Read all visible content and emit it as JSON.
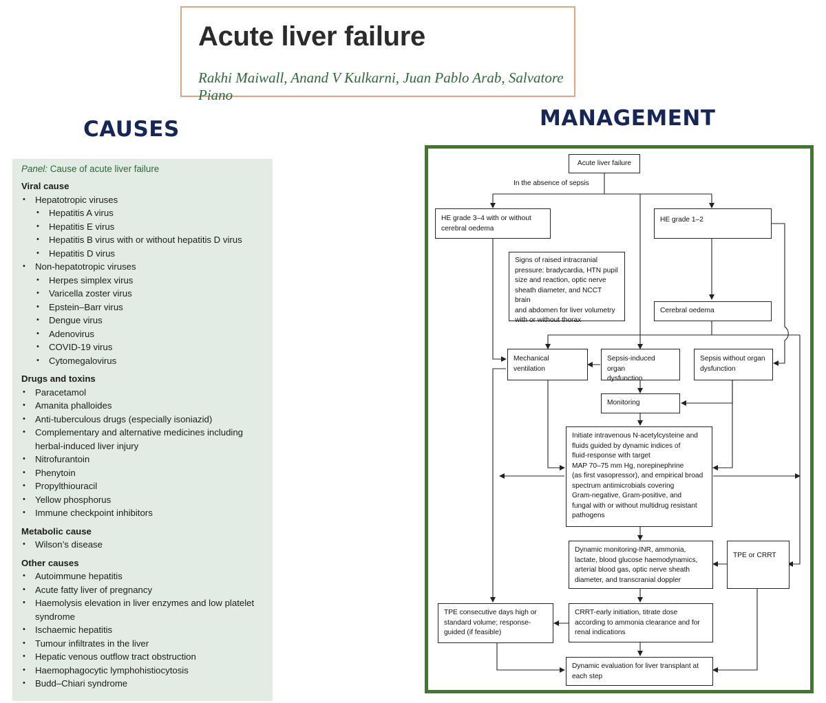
{
  "header": {
    "title": "Acute liver failure",
    "authors": "Rakhi Maiwall, Anand V Kulkarni, Juan Pablo Arab, Salvatore Piano"
  },
  "sections": {
    "causes": "CAUSES",
    "management": "MANAGEMENT"
  },
  "panel": {
    "label_prefix": "Panel:",
    "label_rest": " Cause of acute liver failure",
    "groups": {
      "viral": {
        "heading": "Viral cause",
        "hepatotropic": "Hepatotropic viruses",
        "hepatotropic_items": [
          "Hepatitis A virus",
          "Hepatitis E virus",
          "Hepatitis B virus with or without hepatitis D virus",
          "Hepatitis D virus"
        ],
        "non_hepatotropic": "Non-hepatotropic viruses",
        "non_hepatotropic_items": [
          "Herpes simplex virus",
          "Varicella zoster virus",
          "Epstein–Barr virus",
          "Dengue virus",
          "Adenovirus",
          "COVID-19 virus",
          "Cytomegalovirus"
        ]
      },
      "drugs": {
        "heading": "Drugs and toxins",
        "items": [
          "Paracetamol",
          "Amanita phalloides",
          "Anti-tuberculous drugs (especially isoniazid)",
          "Complementary and alternative medicines including herbal-induced liver injury",
          "Nitrofurantoin",
          "Phenytoin",
          "Propylthiouracil",
          "Yellow phosphorus",
          "Immune checkpoint inhibitors"
        ]
      },
      "metabolic": {
        "heading": "Metabolic cause",
        "items": [
          "Wilson’s disease"
        ]
      },
      "other": {
        "heading": "Other causes",
        "items": [
          "Autoimmune hepatitis",
          "Acute fatty liver of pregnancy",
          "Haemolysis elevation in liver enzymes and low platelet syndrome",
          "Ischaemic hepatitis",
          "Tumour infiltrates in the liver",
          "Hepatic venous outflow tract obstruction",
          "Haemophagocytic lymphohistiocytosis",
          "Budd–Chiari syndrome"
        ]
      }
    }
  },
  "flowchart": {
    "nodes": {
      "alf": "Acute liver failure",
      "he34": "HE grade 3–4 with or without\ncerebral oedema",
      "he12": "HE grade 1–2",
      "icp": "Signs of raised intracranial\npressure: bradycardia, HTN pupil\nsize and reaction, optic nerve\nsheath diameter, and NCCT brain\n and abdomen for liver volumetry\n with or without thorax",
      "cerebral": "Cerebral oedema",
      "mechvent": "Mechanical\nventilation",
      "sepsis_organ": "Sepsis-induced organ\ndysfunction",
      "sepsis_without": "Sepsis without organ\ndysfunction",
      "monitoring": "Monitoring",
      "nac": "Initiate intravenous N-acetylcysteine and\nfluids guided by dynamic indices of\nfluid-response with target\nMAP 70–75 mm Hg, norepinephrine\n(as first vasopressor), and empirical broad\nspectrum antimicrobials covering\nGram-negative, Gram-positive, and\nfungal with or without multidrug resistant\npathogens",
      "dynamic": "Dynamic monitoring-INR, ammonia,\nlactate, blood glucose haemodynamics,\narterial blood gas, optic nerve sheath\ndiameter, and transcranial doppler",
      "tpe_crrt": "TPE or CRRT",
      "tpe": "TPE consecutive days high or\nstandard volume; response-\nguided (if feasible)",
      "crrt": "CRRT-early initiation, titrate dose\n according to ammonia clearance and for\nrenal indications",
      "transplant": "Dynamic evaluation for liver transplant at\neach step"
    },
    "edge_labels": {
      "absence_sepsis": "In the absence of sepsis"
    }
  },
  "colors": {
    "title_border": "#e0a383",
    "authors": "#2b6a3a",
    "section_heading": "#14265a",
    "panel_bg": "#e2ece5",
    "panel_label": "#2a6a33",
    "management_frame": "#3d7a2a"
  }
}
